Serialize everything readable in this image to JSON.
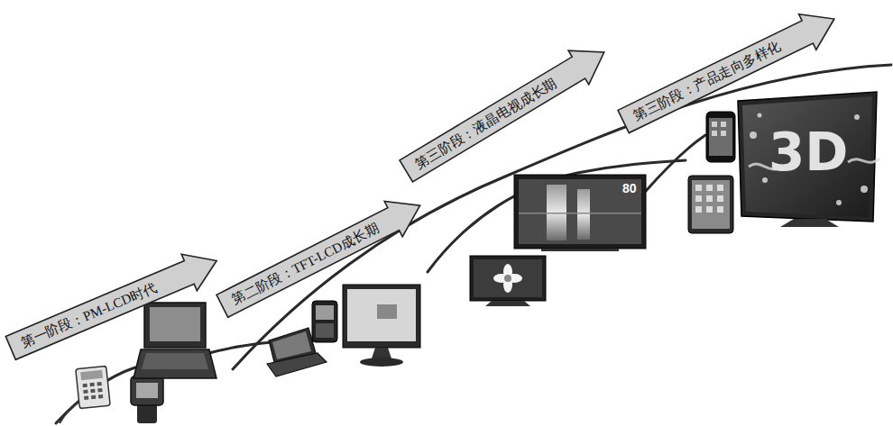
{
  "diagram": {
    "nodes": [
      {
        "text": [
          "第一阶段：PM-LCD时代"
        ]
      },
      {
        "text": [
          "第二阶段：TFT-LCD成长期"
        ]
      },
      {
        "text": [
          "第三阶段：液晶电视成长期"
        ]
      },
      {
        "text": [
          "第三阶段：产品走向多样化"
        ]
      }
    ],
    "labels": [
      "80",
      "3D"
    ]
  }
}
